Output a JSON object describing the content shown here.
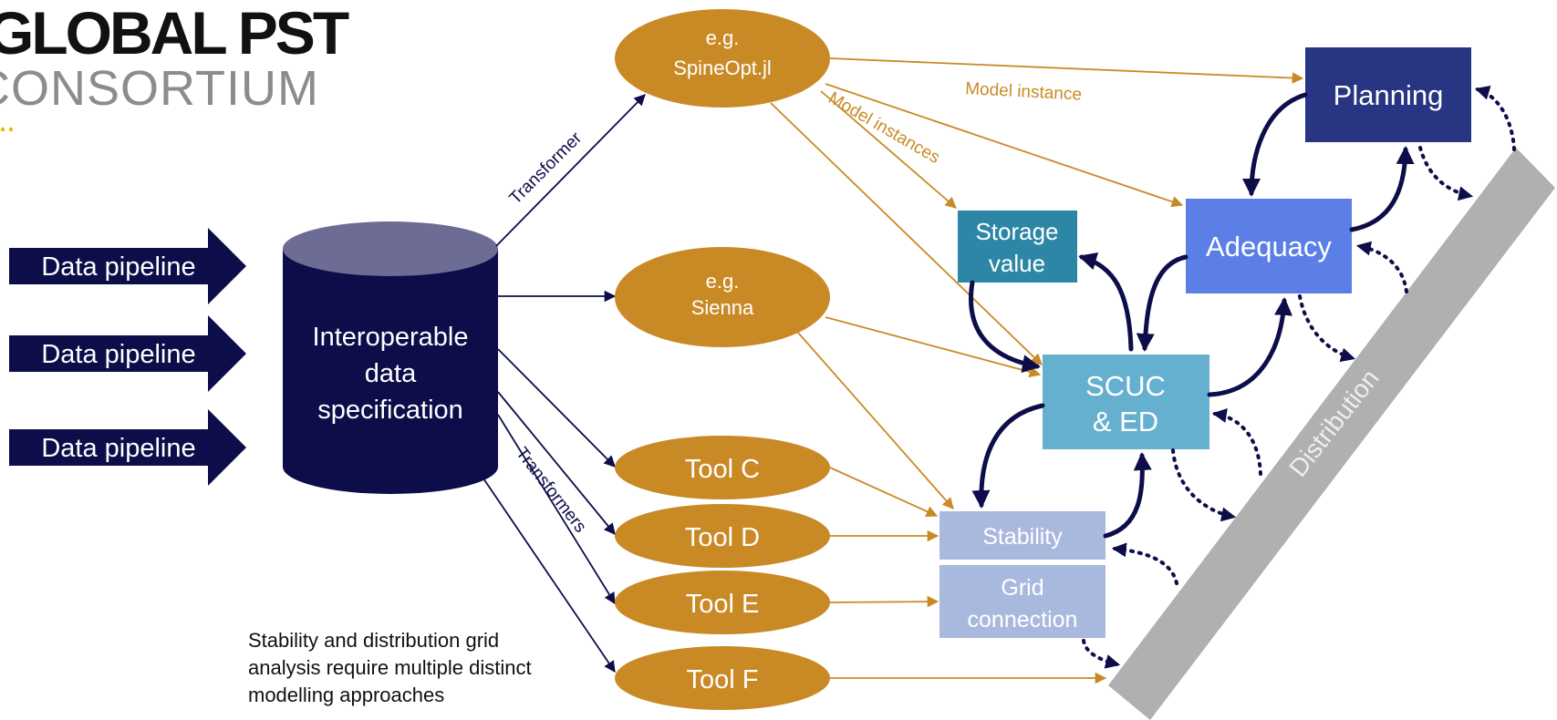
{
  "logo": {
    "line1": "GLOBAL PST",
    "line2": "CONSORTIUM"
  },
  "pipelines": [
    "Data pipeline",
    "Data pipeline",
    "Data pipeline"
  ],
  "database": {
    "lines": [
      "Interoperable",
      "data",
      "specification"
    ]
  },
  "tools": {
    "spineopt": [
      "e.g.",
      "SpineOpt.jl"
    ],
    "sienna": [
      "e.g.",
      "Sienna"
    ],
    "tool_c": "Tool C",
    "tool_d": "Tool D",
    "tool_e": "Tool E",
    "tool_f": "Tool F"
  },
  "boxes": {
    "planning": "Planning",
    "adequacy": "Adequacy",
    "storage": [
      "Storage",
      "value"
    ],
    "scuc": [
      "SCUC",
      "& ED"
    ],
    "stability": "Stability",
    "grid": [
      "Grid",
      "connection"
    ],
    "distribution": "Distribution"
  },
  "labels": {
    "transformer": "Transformer",
    "transformers": "Transformers",
    "model_instance": "Model instance",
    "model_instances": "Model instances"
  },
  "note": [
    "Stability and distribution grid",
    "analysis require multiple distinct",
    "modelling approaches"
  ],
  "colors": {
    "navy": "#0d0d4a",
    "gold": "#c98a26",
    "planning": "#273582",
    "adequacy": "#5b7fe6",
    "storage": "#2d86a6",
    "scuc": "#66b0cf",
    "stability": "#a9b9de",
    "distribution": "#b0b0b0",
    "cylinder_top": "#6c6c94"
  }
}
